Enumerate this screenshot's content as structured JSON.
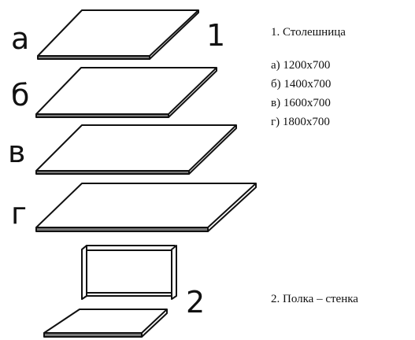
{
  "diagram": {
    "labels": {
      "variant_a": "а",
      "variant_b": "б",
      "variant_v": "в",
      "variant_g": "г",
      "number_1": "1",
      "number_2": "2"
    },
    "description": {
      "tabletop_title": "1. Столешница",
      "sizes": [
        "а) 1200х700",
        "б) 1400х700",
        "в) 1600х700",
        "г) 1800х700"
      ],
      "shelf_title": "2. Полка – стенка"
    }
  }
}
